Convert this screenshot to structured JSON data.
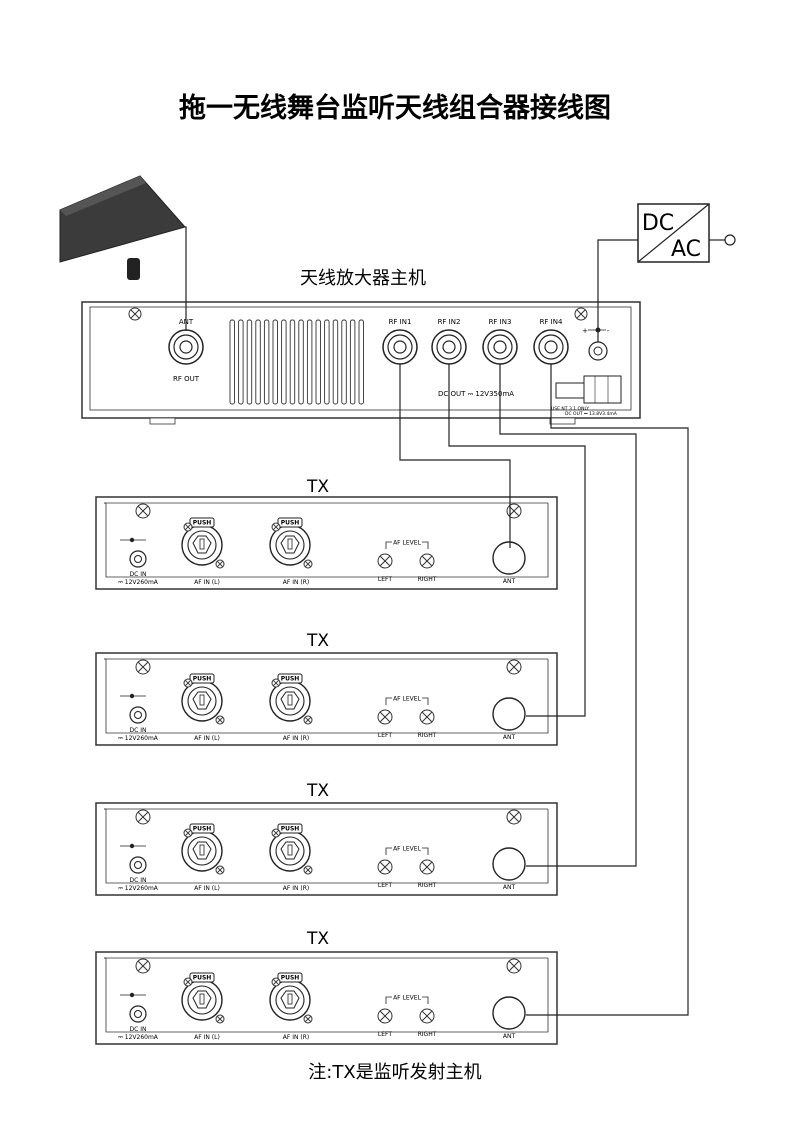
{
  "title": "拖一无线舞台监听天线组合器接线图",
  "amplifier": {
    "label": "天线放大器主机",
    "ant": "ANT",
    "rf_out": "RF OUT",
    "rf_inputs": [
      "RF IN1",
      "RF IN2",
      "RF IN3",
      "RF IN4"
    ],
    "dc_out": "DC OUT ⎓ 12V350mA",
    "polarity_plus": "+",
    "polarity_minus": "-",
    "adapter_text": "USE NT 3.1 ONLY",
    "adapter_rating": "DC OUT ⎓ 13.8V3.4mA"
  },
  "power_supply": {
    "line1": "DC",
    "line2": "AC"
  },
  "tx_unit": {
    "label": "TX",
    "dc_in": "DC IN",
    "dc_rating": "⎓ 12V260mA",
    "push": "PUSH",
    "af_in_l": "AF IN (L)",
    "af_in_r": "AF IN (R)",
    "af_level": "AF LEVEL",
    "left": "LEFT",
    "right": "RIGHT",
    "ant": "ANT"
  },
  "note": "注:TX是监听发射主机",
  "colors": {
    "line": "#222222",
    "panel_stroke": "#333333",
    "antenna_fill": "#3b3b3b"
  }
}
